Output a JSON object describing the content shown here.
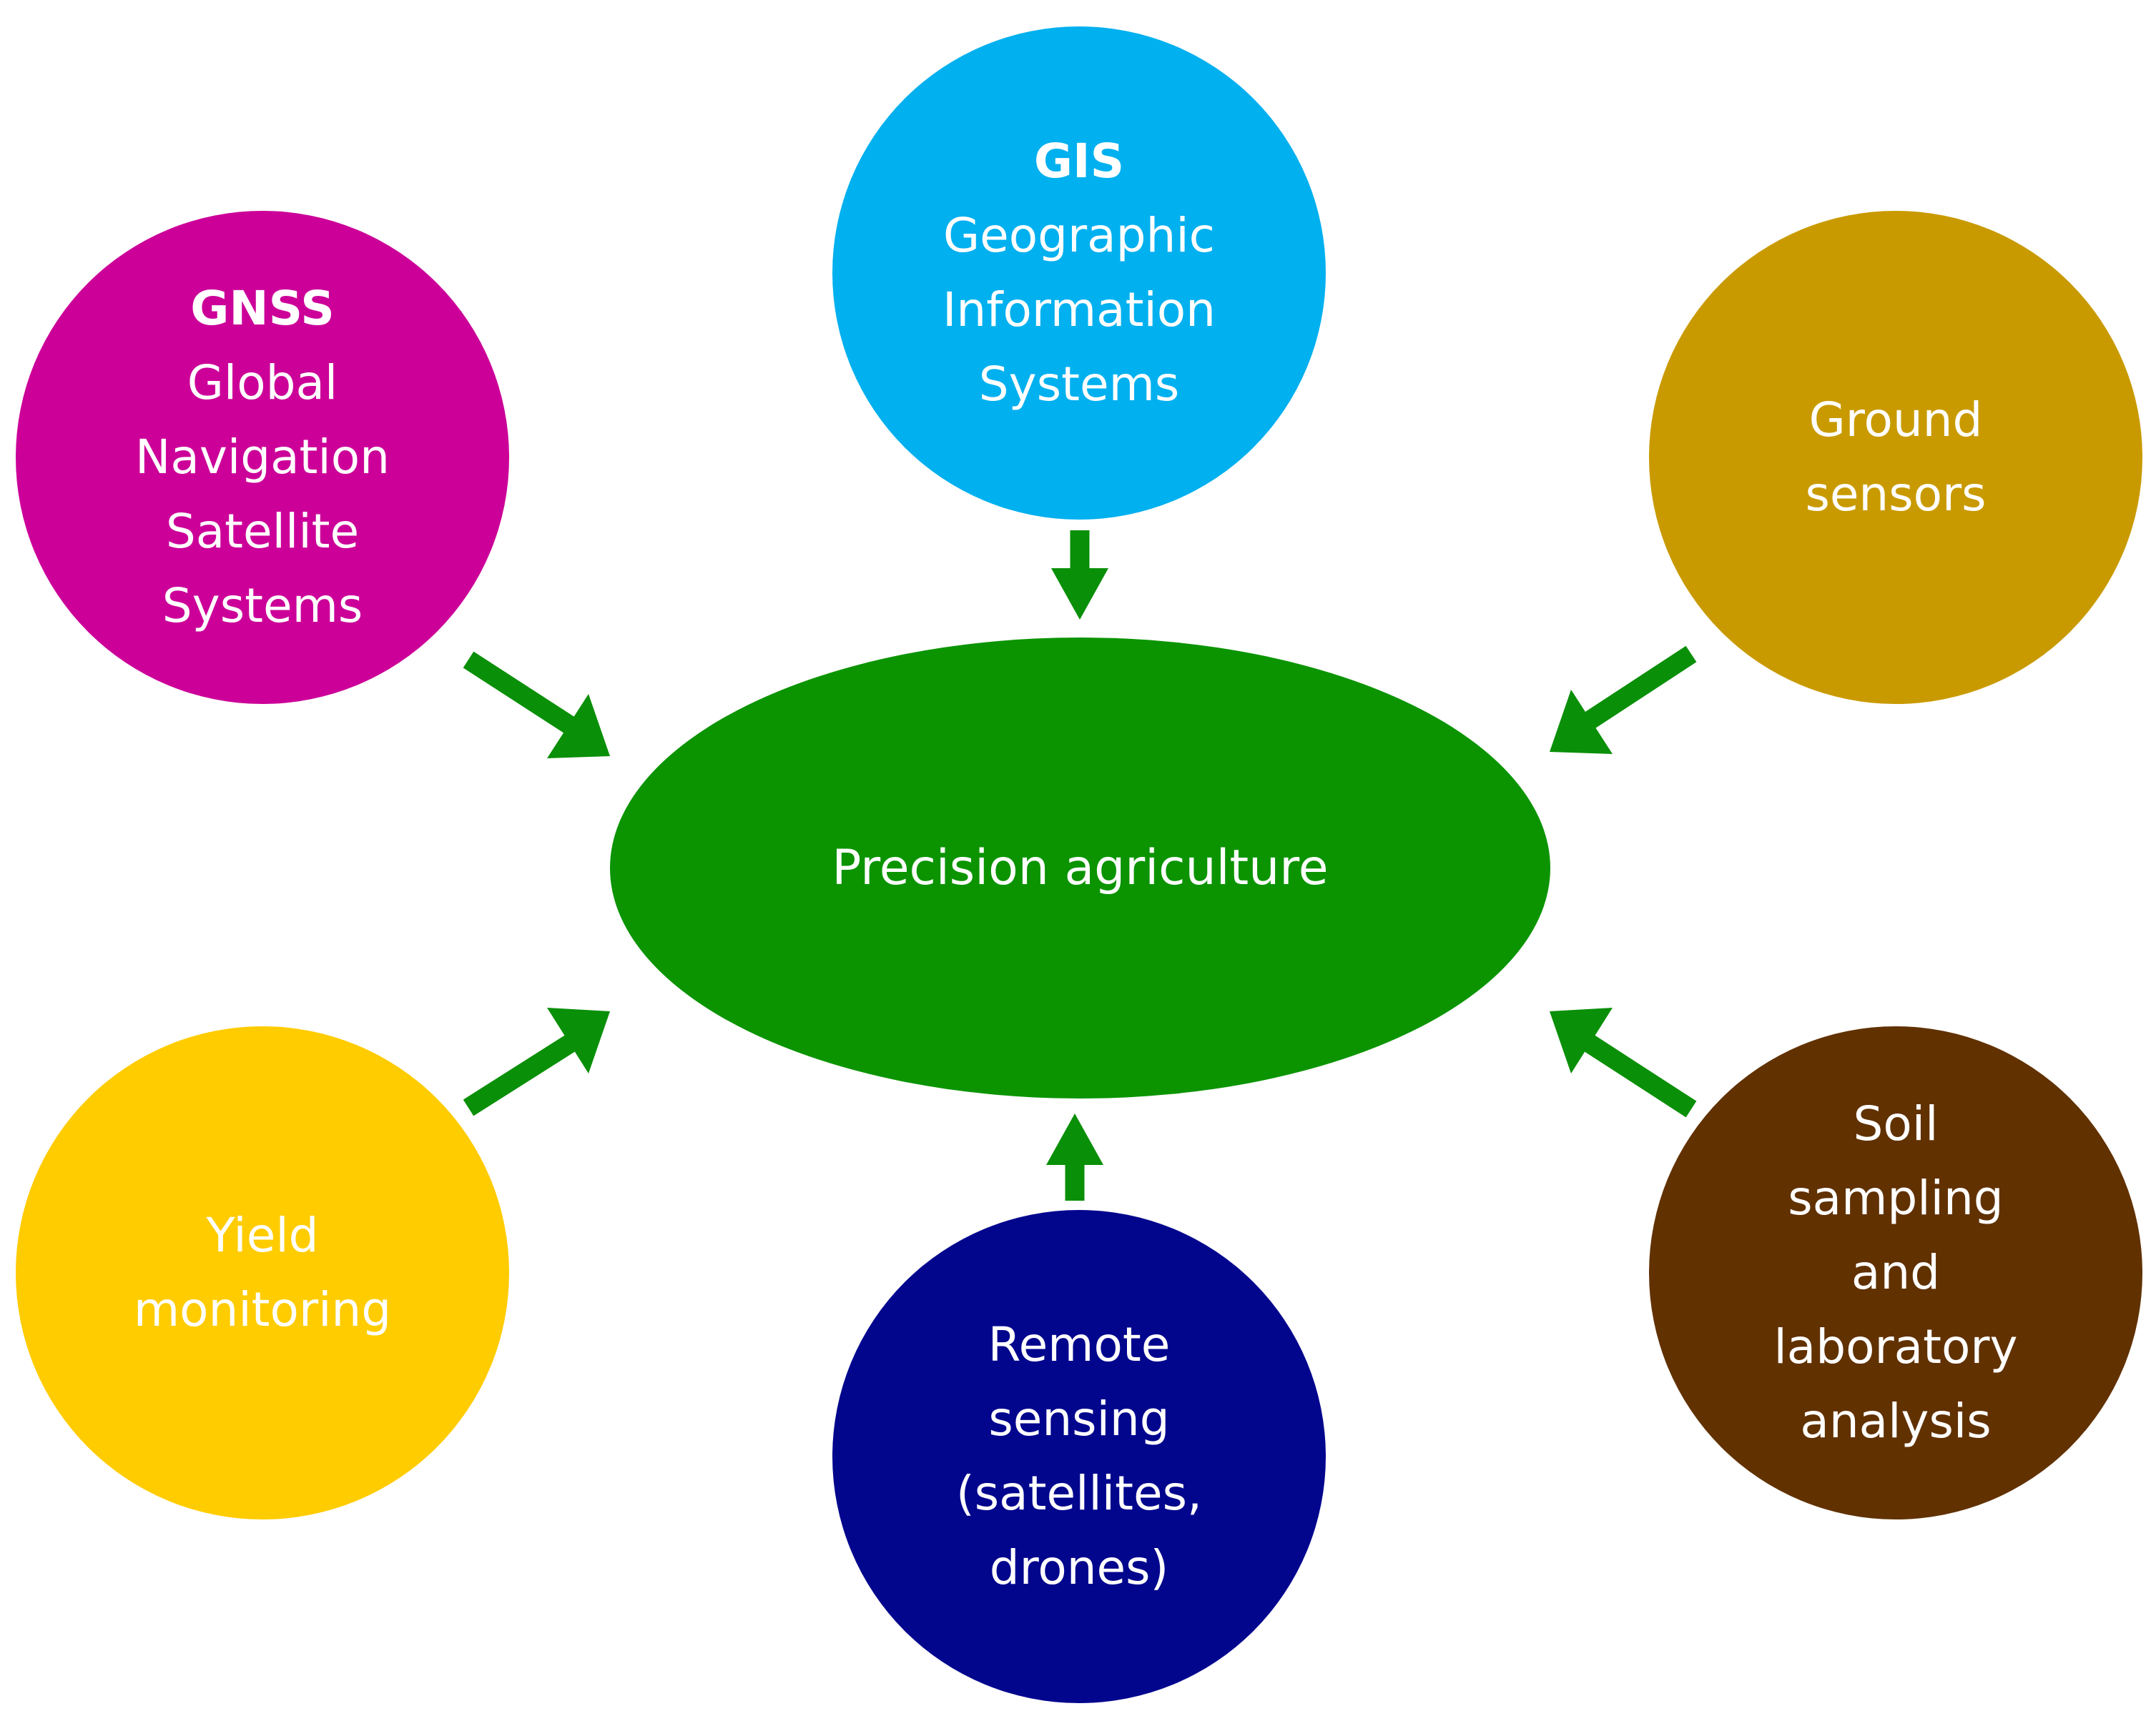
{
  "colors": {
    "arrow": "#0a8f08",
    "center": "#0b9400",
    "gnss": "#cc0099",
    "gis": "#00b0ef",
    "ground": "#c99a00",
    "yield": "#ffcc00",
    "remote": "#02068d",
    "soil": "#613100",
    "text": "#ffffff"
  },
  "center": {
    "label": "Precision agriculture"
  },
  "nodes": {
    "gnss": {
      "title": "GNSS",
      "lines": [
        "Global",
        "Navigation",
        "Satellite",
        "Systems"
      ]
    },
    "gis": {
      "title": "GIS",
      "lines": [
        "Geographic",
        "Information",
        "Systems"
      ]
    },
    "ground": {
      "lines": [
        "Ground",
        "sensors"
      ]
    },
    "yield": {
      "lines": [
        "Yield",
        "monitoring"
      ]
    },
    "remote": {
      "lines": [
        "Remote",
        "sensing",
        "(satellites,",
        "drones)"
      ]
    },
    "soil": {
      "lines": [
        "Soil",
        "sampling",
        "and",
        "laboratory",
        "analysis"
      ]
    }
  }
}
